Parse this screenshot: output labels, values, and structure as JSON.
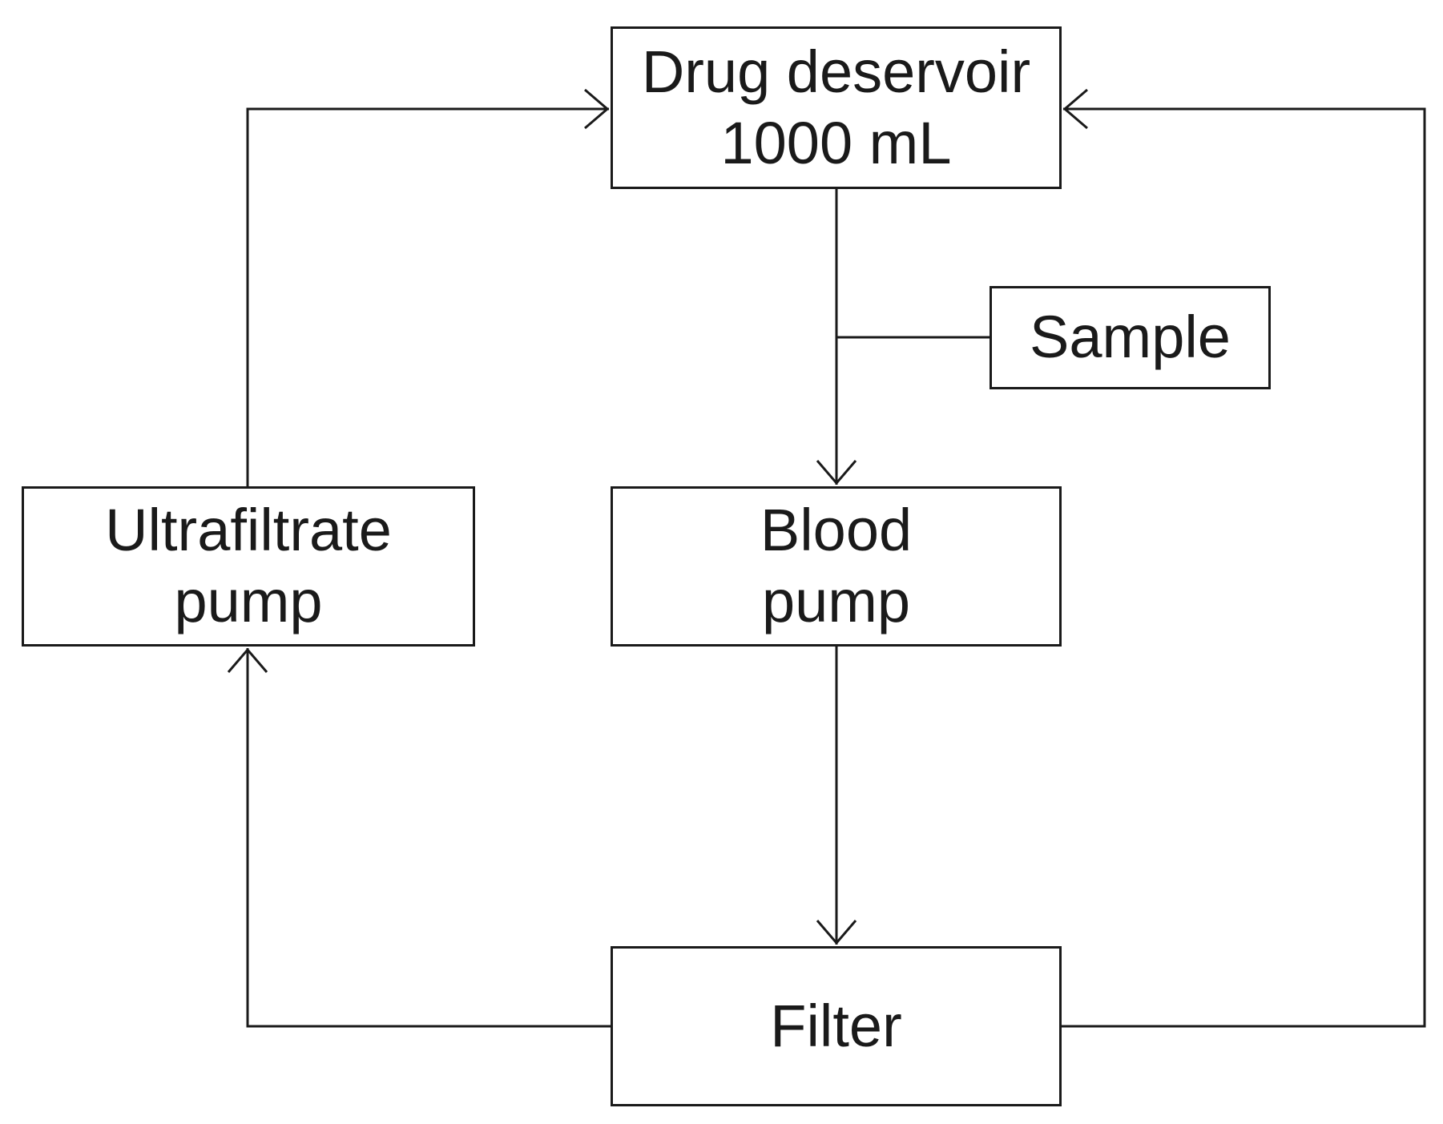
{
  "nodes": {
    "reservoir": {
      "line1": "Drug deservoir",
      "line2": "1000 mL"
    },
    "sample": {
      "label": "Sample"
    },
    "ultrafiltrate_pump": {
      "line1": "Ultrafiltrate",
      "line2": "pump"
    },
    "blood_pump": {
      "line1": "Blood",
      "line2": "pump"
    },
    "filter": {
      "label": "Filter"
    }
  },
  "colors": {
    "stroke": "#1a1a1a",
    "background": "#ffffff"
  }
}
